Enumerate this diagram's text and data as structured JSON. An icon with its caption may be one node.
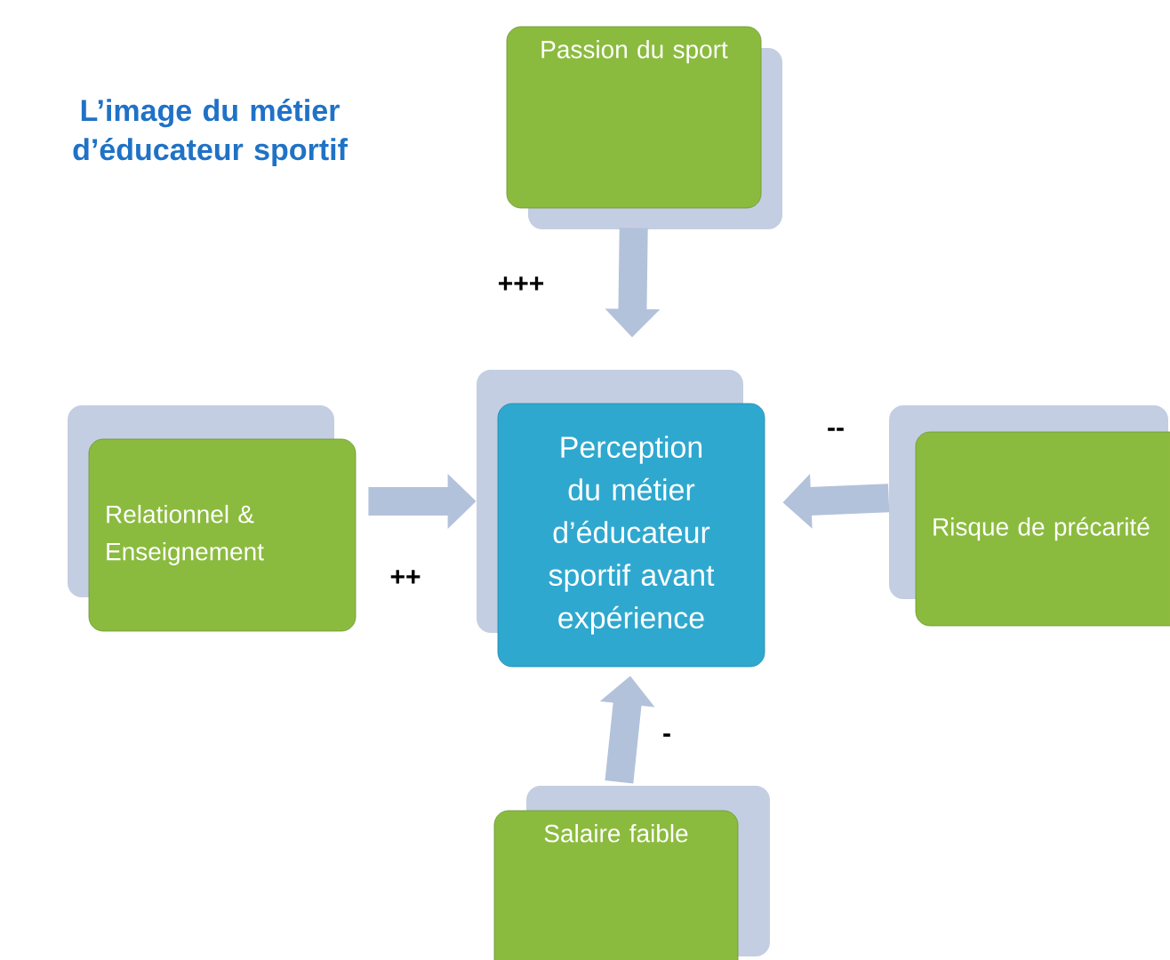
{
  "diagram": {
    "title": "L’image du métier d’éducateur sportif",
    "nodes": [
      {
        "text": [
          "Perception du métier d’éducateur sportif avant expérience"
        ]
      },
      {
        "text": [
          "Passion du sport"
        ]
      },
      {
        "text": [
          "Relationnel & Enseignement"
        ]
      },
      {
        "text": [
          "Risque de précarité"
        ]
      },
      {
        "text": [
          "Salaire faible"
        ]
      }
    ],
    "edges": [
      {
        "from": 1,
        "to": 0,
        "arrow": "to",
        "label": "+++"
      },
      {
        "from": 2,
        "to": 0,
        "arrow": "to",
        "label": "++"
      },
      {
        "from": 3,
        "to": 0,
        "arrow": "to",
        "label": "--"
      },
      {
        "from": 4,
        "to": 0,
        "arrow": "to",
        "label": "-"
      }
    ]
  }
}
